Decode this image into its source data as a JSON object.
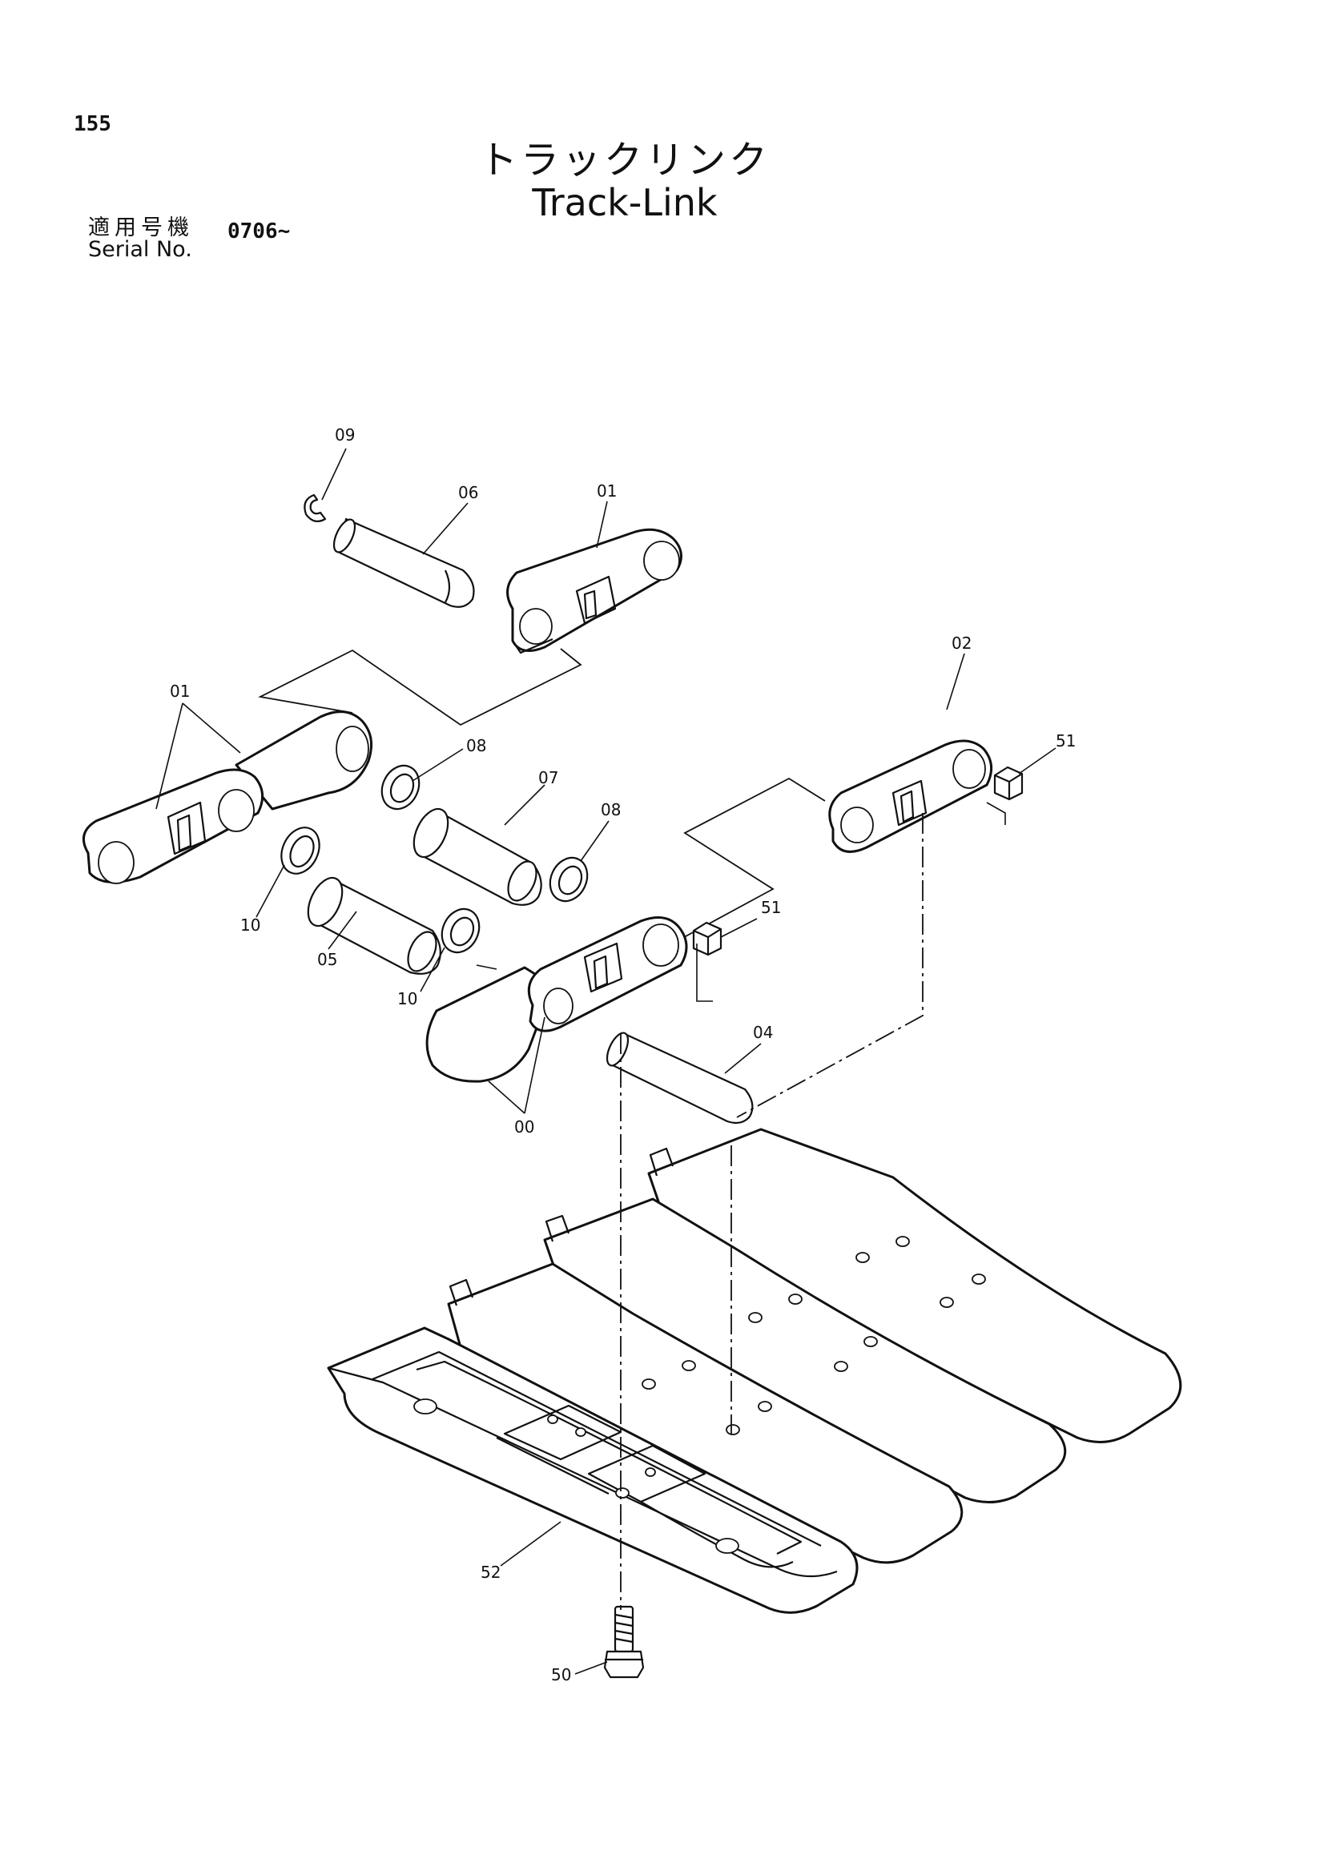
{
  "header": {
    "page_number": "155",
    "title_jp": "トラックリンク",
    "title_en": "Track-Link",
    "serial_label_jp": "適用号機",
    "serial_label_en": "Serial No.",
    "serial_value": "0706~"
  },
  "diagram": {
    "callouts": {
      "c09": "09",
      "c06": "06",
      "c01_top": "01",
      "c01_left": "01",
      "c02": "02",
      "c51_right": "51",
      "c08_left": "08",
      "c07": "07",
      "c08_right": "08",
      "c10_left": "10",
      "c05": "05",
      "c10_center": "10",
      "c51_center": "51",
      "c04": "04",
      "c00": "00",
      "c52": "52",
      "c50": "50"
    }
  }
}
